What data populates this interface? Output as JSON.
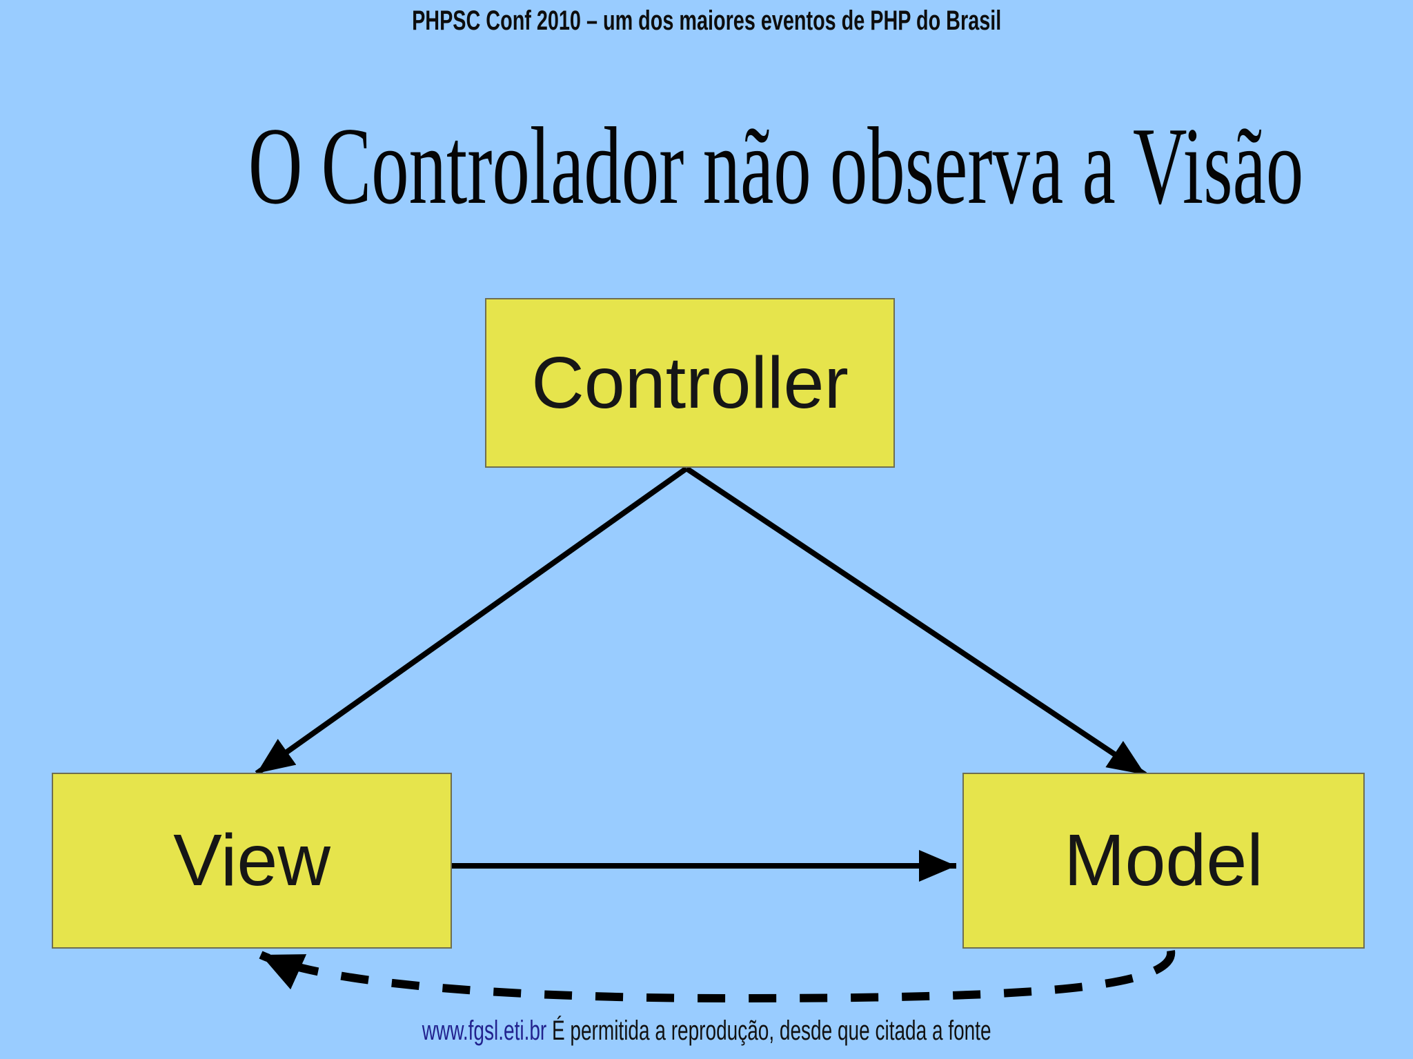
{
  "slide": {
    "background_color": "#99ccff",
    "header": "PHPSC Conf 2010 – um dos maiores eventos de PHP do Brasil",
    "title": "O Controlador não observa a Visão",
    "footer": {
      "link": "www.fgsl.eti.br",
      "text": "É permitida a reprodução, desde que citada a fonte",
      "link_color": "#22228e",
      "text_color": "#111111"
    }
  },
  "diagram": {
    "box_fill": "#e6e44c",
    "box_border": "#6e6e50",
    "arrow_color": "#000000",
    "nodes": [
      {
        "id": "controller",
        "label": "Controller"
      },
      {
        "id": "view",
        "label": "View"
      },
      {
        "id": "model",
        "label": "Model"
      }
    ],
    "edges": [
      {
        "from": "Controller",
        "to": "View",
        "style": "solid-arrow"
      },
      {
        "from": "Controller",
        "to": "Model",
        "style": "solid-arrow"
      },
      {
        "from": "View",
        "to": "Model",
        "style": "solid-arrow"
      },
      {
        "from": "Model",
        "to": "View",
        "style": "dashed-arrow"
      }
    ]
  }
}
